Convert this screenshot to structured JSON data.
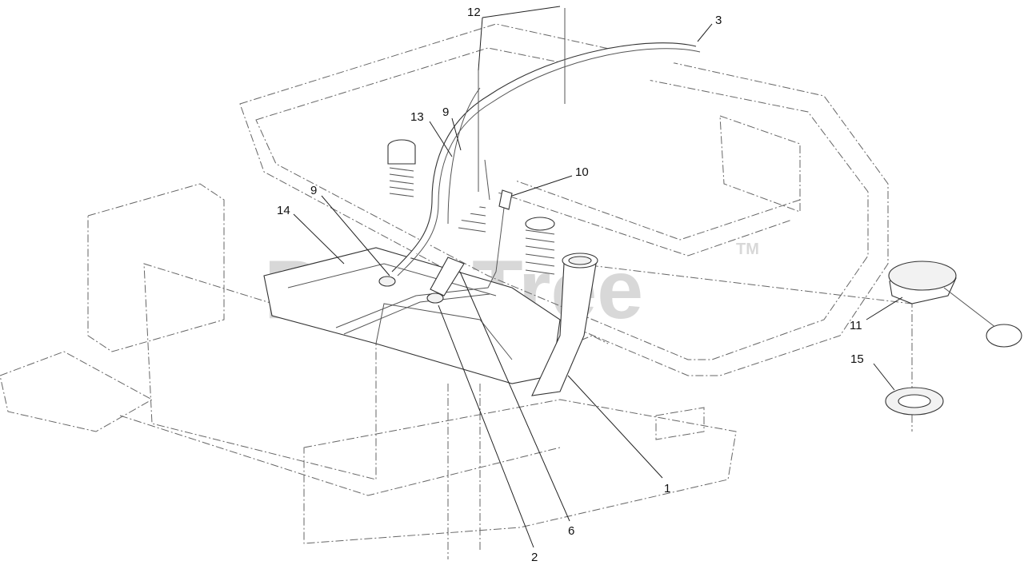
{
  "watermark": {
    "text": "PartsTree",
    "tm": "TM"
  },
  "callouts": [
    {
      "id": "1",
      "label": "1"
    },
    {
      "id": "2",
      "label": "2"
    },
    {
      "id": "3",
      "label": "3"
    },
    {
      "id": "6",
      "label": "6"
    },
    {
      "id": "9a",
      "label": "9"
    },
    {
      "id": "9b",
      "label": "9"
    },
    {
      "id": "10",
      "label": "10"
    },
    {
      "id": "11",
      "label": "11"
    },
    {
      "id": "12",
      "label": "12"
    },
    {
      "id": "13",
      "label": "13"
    },
    {
      "id": "14",
      "label": "14"
    },
    {
      "id": "15",
      "label": "15"
    }
  ]
}
